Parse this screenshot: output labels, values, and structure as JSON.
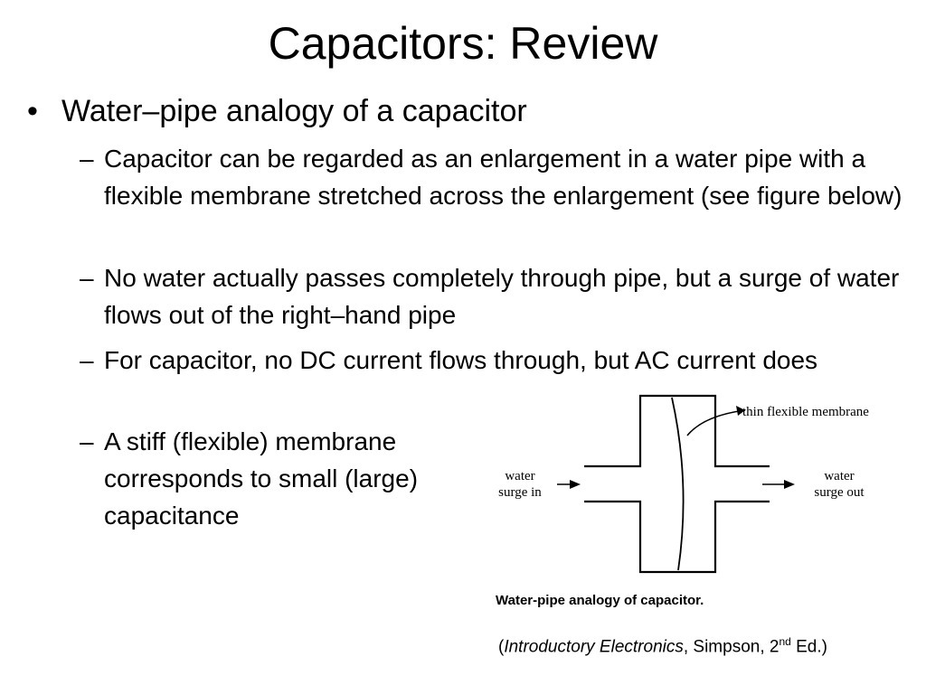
{
  "slide": {
    "title": "Capacitors: Review",
    "main_bullet": {
      "marker": "•",
      "text": "Water–pipe analogy of a capacitor"
    },
    "sub_bullets": [
      {
        "marker": "–",
        "text": "Capacitor can be regarded as an enlargement in a water pipe with a flexible membrane stretched across the enlargement (see figure below)"
      },
      {
        "marker": "–",
        "text": "No water actually passes completely through pipe, but a surge of water flows out of the right–hand pipe"
      },
      {
        "marker": "–",
        "text": "For capacitor, no DC current flows through, but AC current does"
      },
      {
        "marker": "–",
        "text": "A stiff (flexible) membrane corresponds to small (large) capacitance"
      }
    ]
  },
  "figure": {
    "label_membrane": "thin flexible membrane",
    "label_in_line1": "water",
    "label_in_line2": "surge in",
    "label_out_line1": "water",
    "label_out_line2": "surge out",
    "caption": "Water-pipe analogy of capacitor."
  },
  "citation": {
    "open": "(",
    "book": "Introductory Electronics",
    "author": ", Simpson, 2",
    "sup": "nd",
    "close": " Ed.)"
  }
}
